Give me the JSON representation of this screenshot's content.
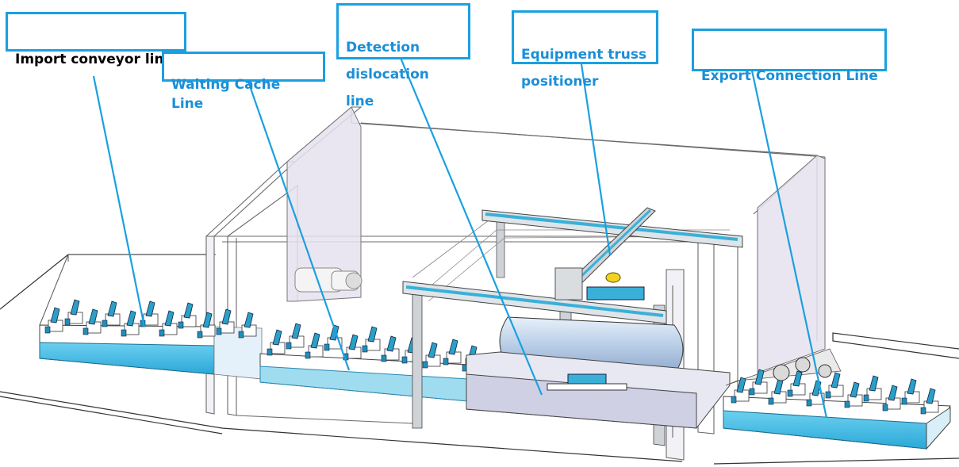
{
  "labels": {
    "import": {
      "text": "Import conveyor line",
      "color": "#000000"
    },
    "waiting": {
      "text": "Waiting Cache Line",
      "color": "#1a8fd8"
    },
    "detection": {
      "text": "Detection\ndislocation line",
      "color": "#1a8fd8"
    },
    "truss": {
      "text": "Equipment truss\npositioner",
      "color": "#1a8fd8"
    },
    "export": {
      "text": "Export Connection Line",
      "color": "#1a8fd8"
    }
  },
  "colors": {
    "label_border": "#1aa0e0",
    "leader_line": "#1aa0e0",
    "conveyor_fill": "#40c0e8",
    "enclosure_line": "#666666",
    "panel_fill": "#e6e2ee",
    "tank_fill": "#b8cde6"
  }
}
